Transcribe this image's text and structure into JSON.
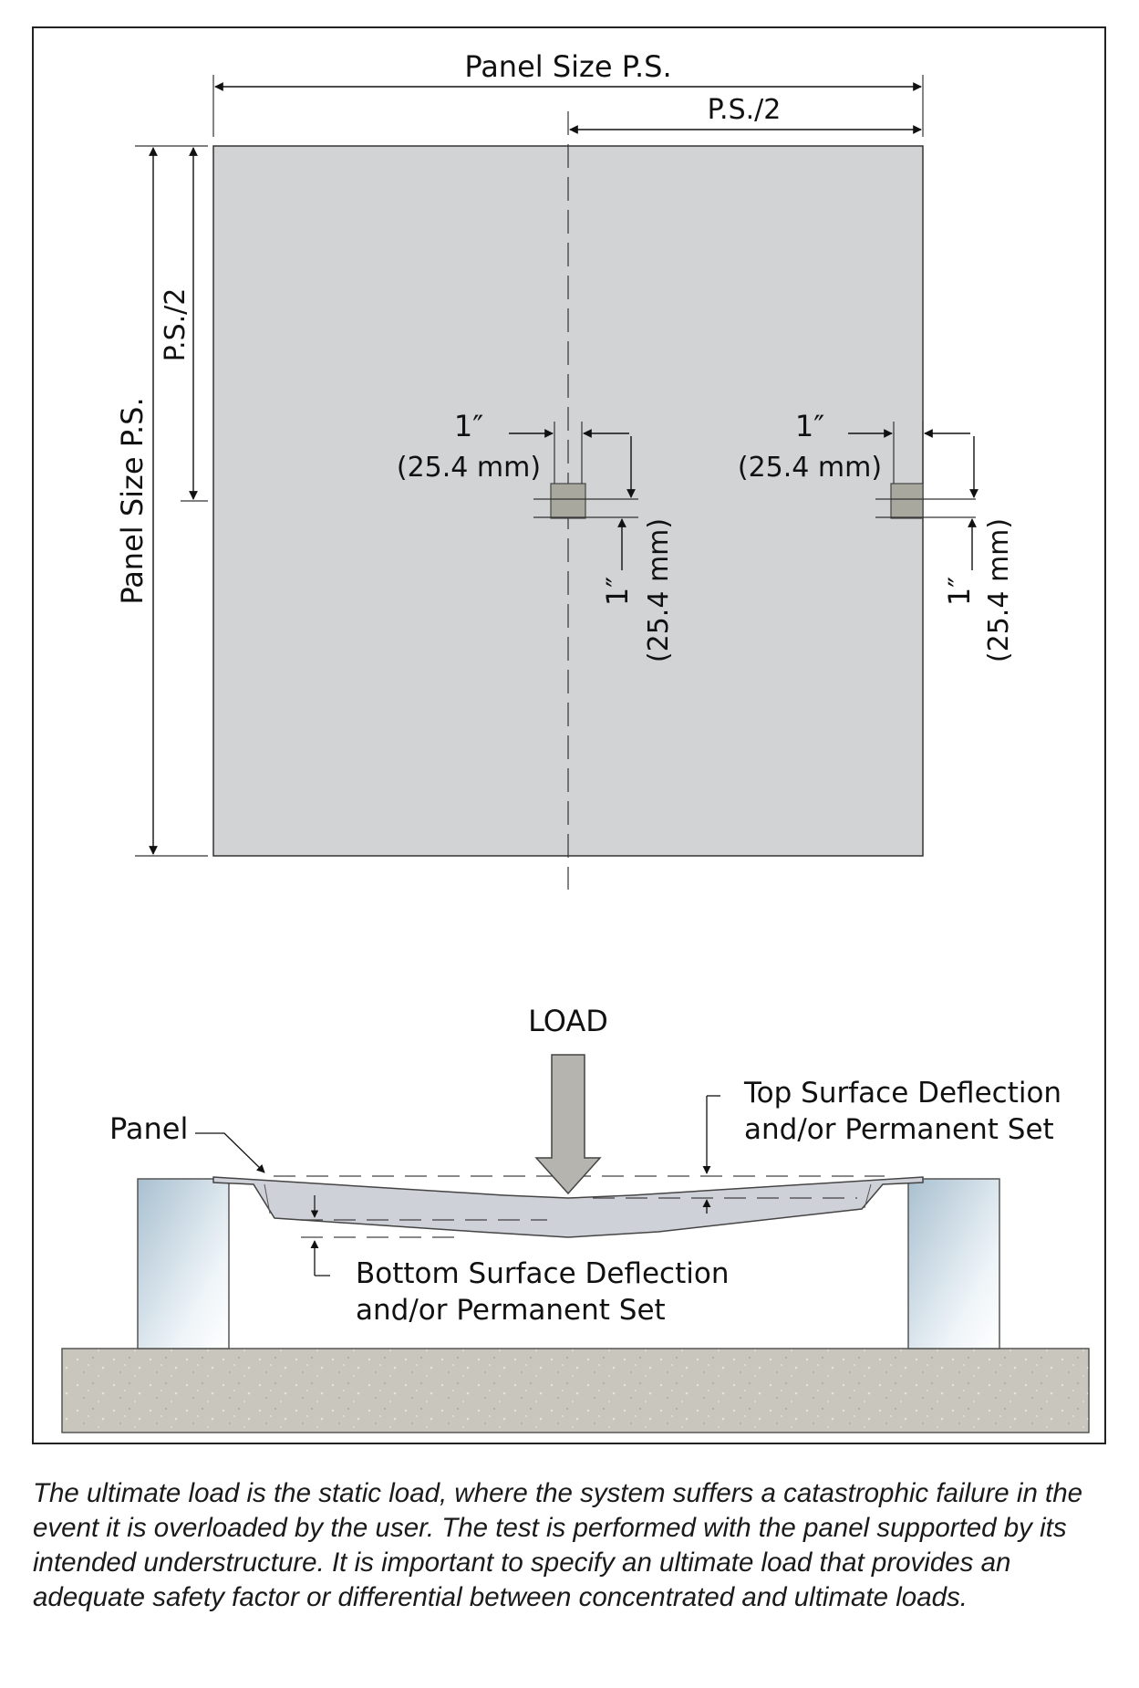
{
  "top_view": {
    "panel_size_horizontal": "Panel Size P.S.",
    "half_size_horizontal": "P.S./2",
    "panel_size_vertical": "Panel Size P.S.",
    "half_size_vertical": "P.S./2",
    "center_point": {
      "h_inch": "1″",
      "h_mm": "(25.4 mm)",
      "v_inch": "1″",
      "v_mm": "(25.4 mm)"
    },
    "edge_point": {
      "h_inch": "1″",
      "h_mm": "(25.4 mm)",
      "v_inch": "1″",
      "v_mm": "(25.4 mm)"
    }
  },
  "side_view": {
    "load_label": "LOAD",
    "panel_label": "Panel",
    "top_deflection_line1": "Top Surface Deflection",
    "top_deflection_line2": "and/or Permanent Set",
    "bottom_deflection_line1": "Bottom Surface Deflection",
    "bottom_deflection_line2": "and/or Permanent Set"
  },
  "caption": "The ultimate load is the static load, where the system suffers a catastrophic failure in the event it is overloaded by the user. The test is performed with the panel supported by its intended understructure. It is important to specify an ultimate load that provides an adequate safety factor or differential between concentrated and ultimate loads."
}
